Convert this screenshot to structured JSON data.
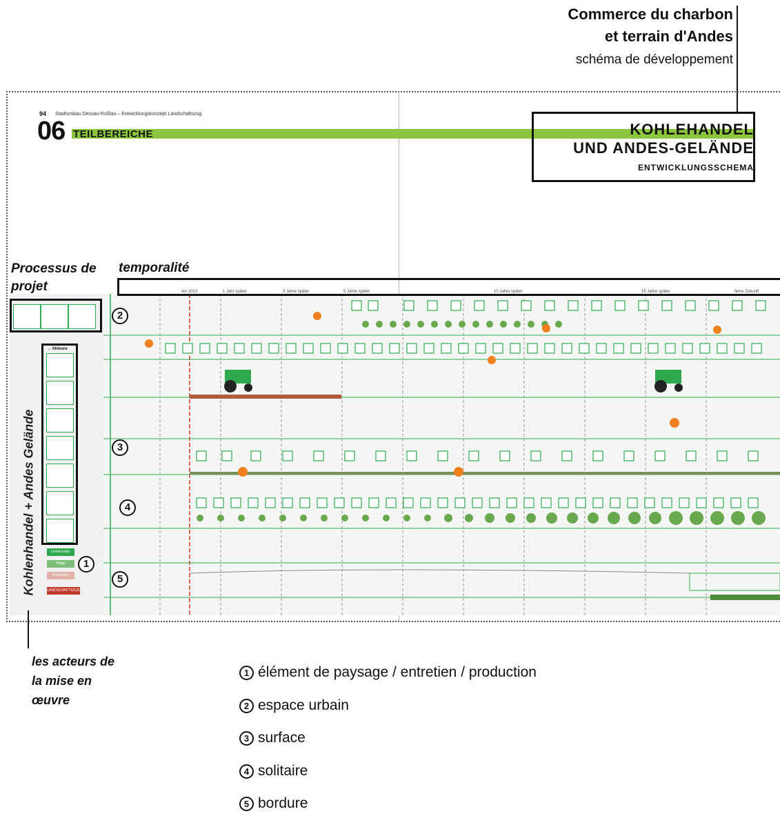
{
  "annotation": {
    "line1": "Commerce du charbon",
    "line2": "et terrain d'Andes",
    "line3": "schéma de développement"
  },
  "document": {
    "page_number": "94",
    "subheading": "Stadtumbau Dessau-Roßlau – Entwicklungskonzept Landschaftszug",
    "section_number": "06",
    "section_label": "TEILBEREICHE",
    "title_line1": "KOHLEHANDEL",
    "title_line2": "UND ANDES-GELÄNDE",
    "title_line3": "ENTWICKLUNGSSCHEMA",
    "vertical_title": "Kohlenhandel + Andes Gelände",
    "actors_header": "→ Akteure",
    "timeline": [
      "vor 2013",
      "1 Jahr später",
      "3 Jahre später",
      "5 Jahre später",
      "10 Jahre später",
      "15 Jahre später",
      "ferne Zukunft"
    ],
    "tags": [
      "Landschafts-element",
      "Pflege",
      "Produktion",
      "LANDSCHAFTSZUG"
    ]
  },
  "labels": {
    "processus": "Processus de projet",
    "temporalite": "temporalité",
    "acteurs": "les acteurs de la mise en œuvre"
  },
  "legend": [
    {
      "num": "1",
      "text": "élément de paysage / entretien / production"
    },
    {
      "num": "2",
      "text": "espace urbain"
    },
    {
      "num": "3",
      "text": "surface"
    },
    {
      "num": "4",
      "text": "solitaire"
    },
    {
      "num": "5",
      "text": "bordure"
    }
  ],
  "markers": [
    "1",
    "2",
    "3",
    "4",
    "5"
  ],
  "colors": {
    "accent_green": "#8cc63f",
    "line_green": "#2fa84f",
    "highlight_red": "#d9312b",
    "figure_orange": "#f07f1d"
  }
}
